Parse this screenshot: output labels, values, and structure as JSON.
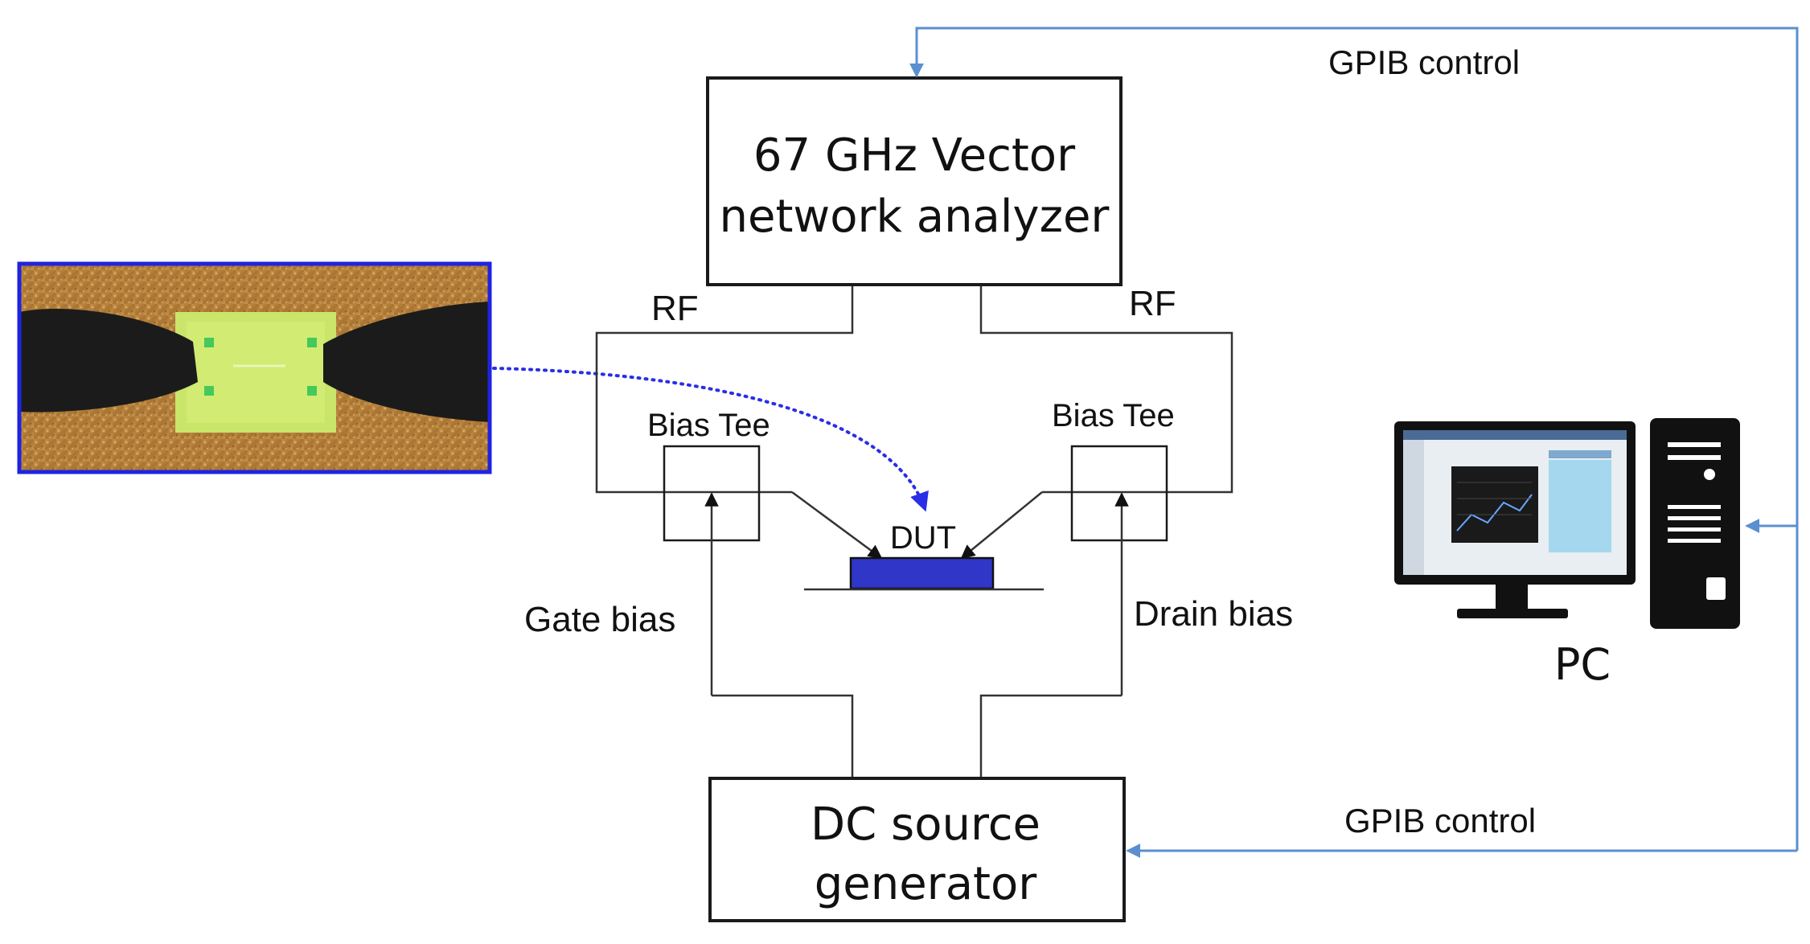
{
  "vna": {
    "line1": "67 GHz Vector",
    "line2": "network analyzer"
  },
  "dc": {
    "line1": "DC source",
    "line2": "generator"
  },
  "labels": {
    "rf_left": "RF",
    "rf_right": "RF",
    "bias_tee_left": "Bias Tee",
    "bias_tee_right": "Bias Tee",
    "dut": "DUT",
    "gate_bias": "Gate bias",
    "drain_bias": "Drain bias",
    "gpib_top": "GPIB control",
    "gpib_bottom": "GPIB control",
    "pc": "PC"
  },
  "colors": {
    "control_line": "#5b8fd0",
    "dut_block": "#3036c8",
    "photo_border": "#1f23e0",
    "dotted_pointer": "#2a2ee6"
  },
  "icons": {
    "computer": "desktop-computer-icon",
    "photo": "probe-micrograph"
  }
}
